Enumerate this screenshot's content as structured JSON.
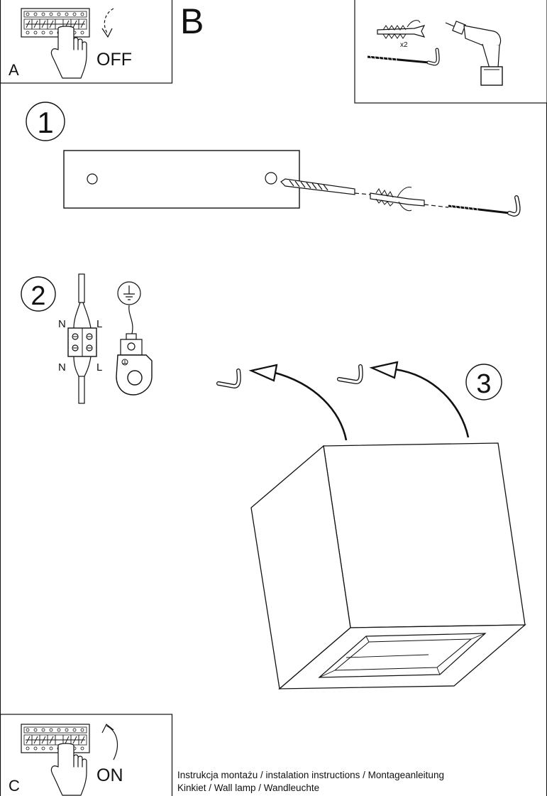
{
  "panels": {
    "a": {
      "letter": "A",
      "action": "OFF"
    },
    "b": {
      "letter": "B",
      "quantity": "x2"
    },
    "c": {
      "letter": "C",
      "action": "ON"
    }
  },
  "steps": [
    "1",
    "2",
    "3"
  ],
  "wiring": {
    "neutral": "N",
    "live": "L"
  },
  "footer": {
    "line1": "Instrukcja montażu / instalation instructions / Montageanleitung",
    "line2": "Kinkiet / Wall lamp / Wandleuchte"
  }
}
